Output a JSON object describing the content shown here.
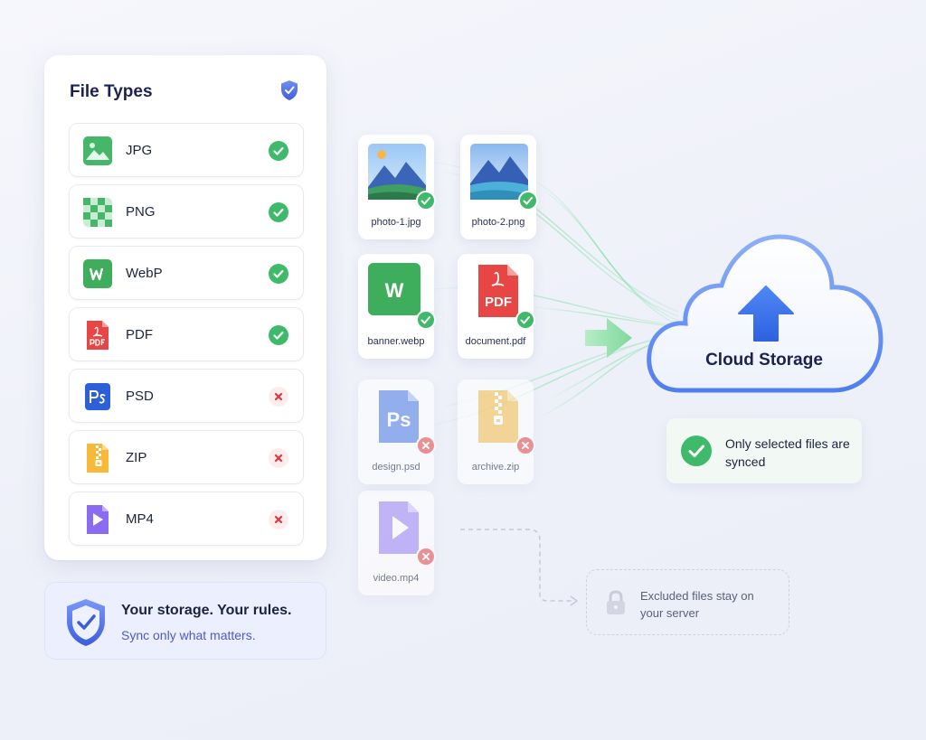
{
  "panel": {
    "title": "File Types",
    "types": [
      {
        "label": "JPG",
        "icon": "image-icon",
        "allowed": true
      },
      {
        "label": "PNG",
        "icon": "checker-icon",
        "allowed": true
      },
      {
        "label": "WebP",
        "icon": "webp-icon",
        "allowed": true
      },
      {
        "label": "PDF",
        "icon": "pdf-icon",
        "allowed": true
      },
      {
        "label": "PSD",
        "icon": "photoshop-icon",
        "allowed": false
      },
      {
        "label": "ZIP",
        "icon": "zip-icon",
        "allowed": false
      },
      {
        "label": "MP4",
        "icon": "video-icon",
        "allowed": false
      }
    ]
  },
  "banner": {
    "title": "Your storage. Your rules.",
    "subtitle": "Sync only what matters."
  },
  "files": [
    {
      "name": "photo-1.jpg",
      "synced": true
    },
    {
      "name": "photo-2.png",
      "synced": true
    },
    {
      "name": "banner.webp",
      "synced": true
    },
    {
      "name": "document.pdf",
      "synced": true
    },
    {
      "name": "design.psd",
      "synced": false
    },
    {
      "name": "archive.zip",
      "synced": false
    },
    {
      "name": "video.mp4",
      "synced": false
    }
  ],
  "thumb_text": {
    "webp": "W",
    "pdf": "PDF",
    "psd": "Ps"
  },
  "cloud": {
    "label": "Cloud Storage"
  },
  "synced_note": {
    "text": "Only selected files are synced"
  },
  "excluded_note": {
    "text": "Excluded files stay on your server"
  },
  "colors": {
    "accent": "#3f6fe8",
    "success": "#3fb96a",
    "error": "#e55757",
    "title": "#1b2250",
    "banner_subtitle": "#4a5bc8"
  }
}
